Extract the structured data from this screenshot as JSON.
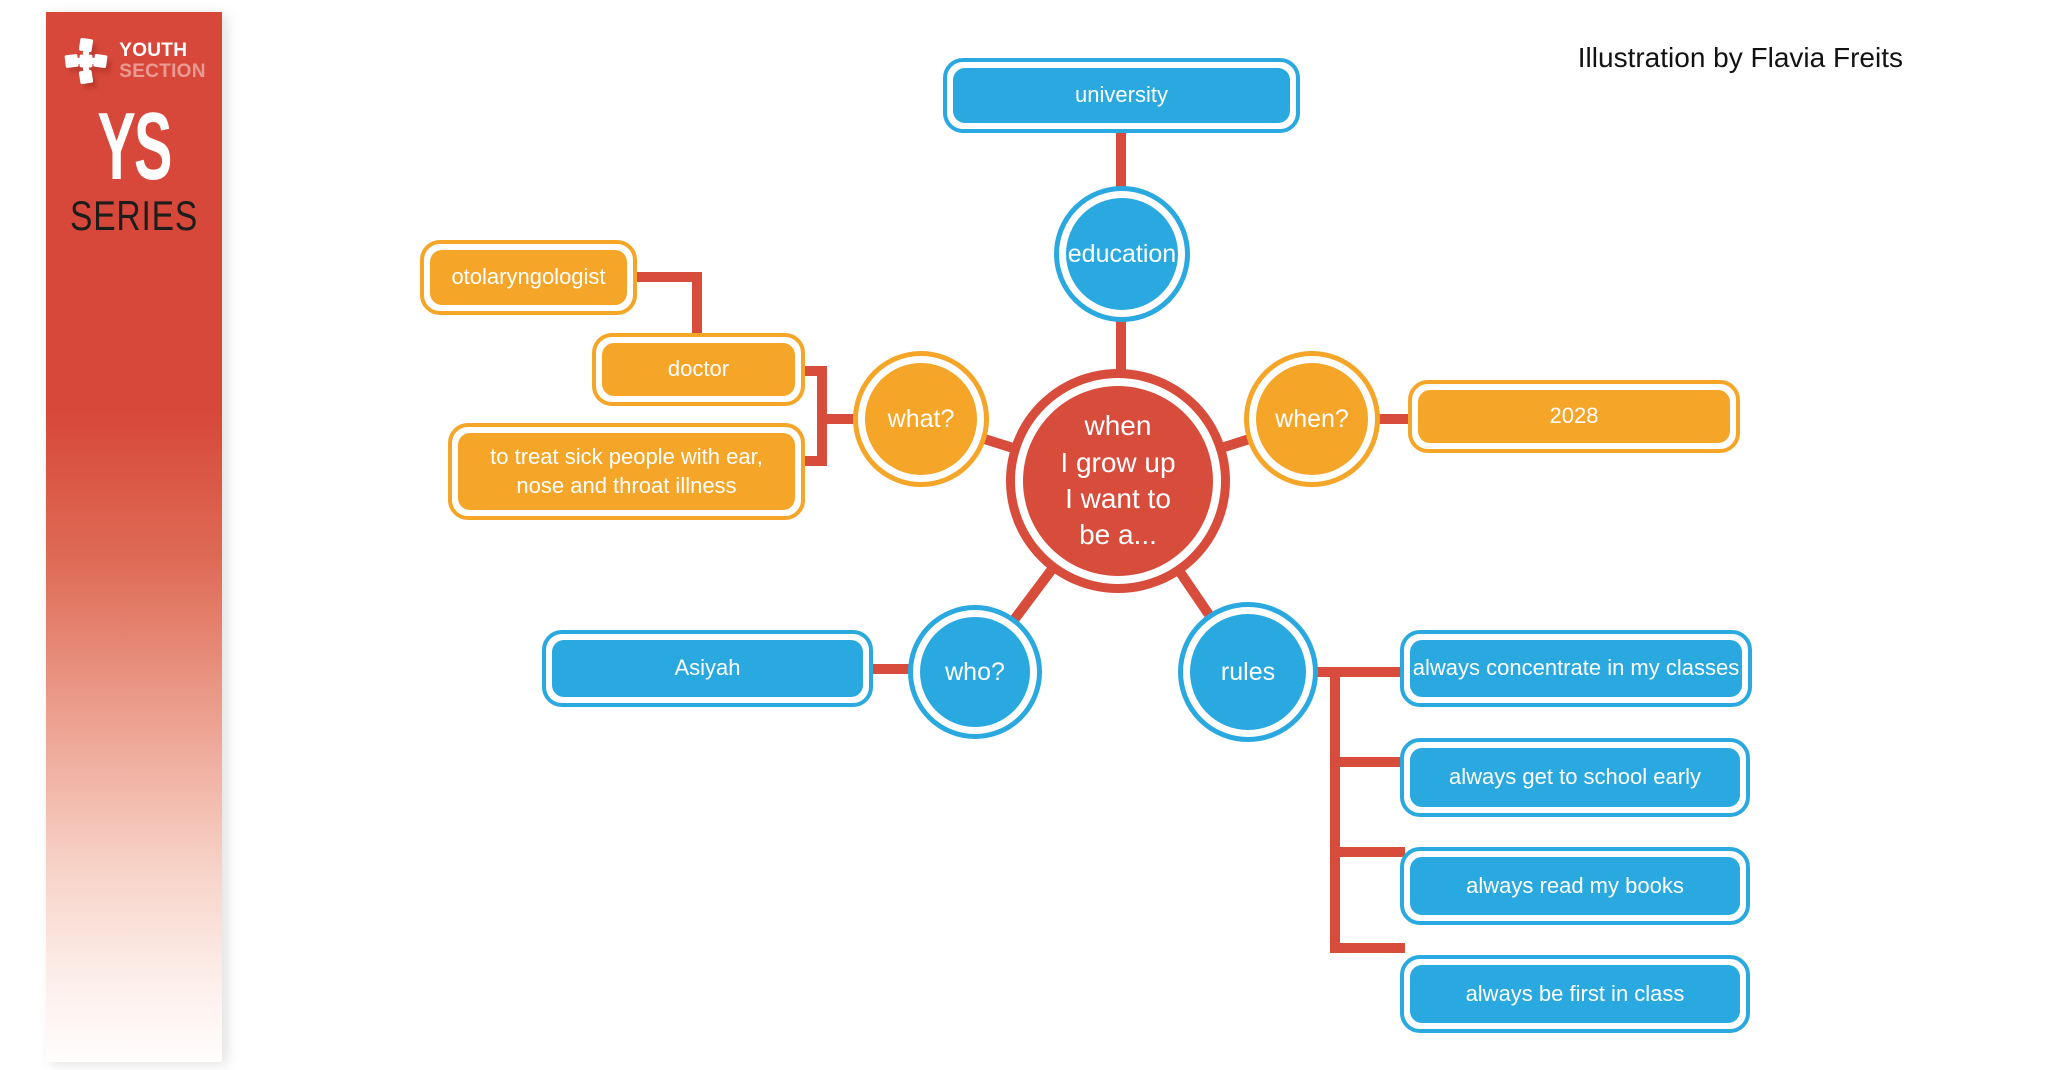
{
  "page": {
    "credit": "Illustration by Flavia Freits"
  },
  "sidebar": {
    "logo_word_top": "YOUTH",
    "logo_word_bottom": "SECTION",
    "series_initials": "YS",
    "series_word": "SERIES"
  },
  "palette": {
    "red": "#d74c3b",
    "blue": "#29a9e0",
    "orange": "#f5a528"
  },
  "mindmap": {
    "center": {
      "text": "when\nI grow up\nI want to\nbe a..."
    },
    "education": {
      "label": "education",
      "child": "university"
    },
    "what": {
      "label": "what?",
      "children": [
        "otolaryngologist",
        "doctor",
        "to treat sick people with ear,\nnose and throat illness"
      ]
    },
    "when": {
      "label": "when?",
      "child": "2028"
    },
    "who": {
      "label": "who?",
      "child": "Asiyah"
    },
    "rules": {
      "label": "rules",
      "children": [
        "always concentrate in my classes",
        "always get to school early",
        "always read my books",
        "always be first in class"
      ]
    }
  }
}
